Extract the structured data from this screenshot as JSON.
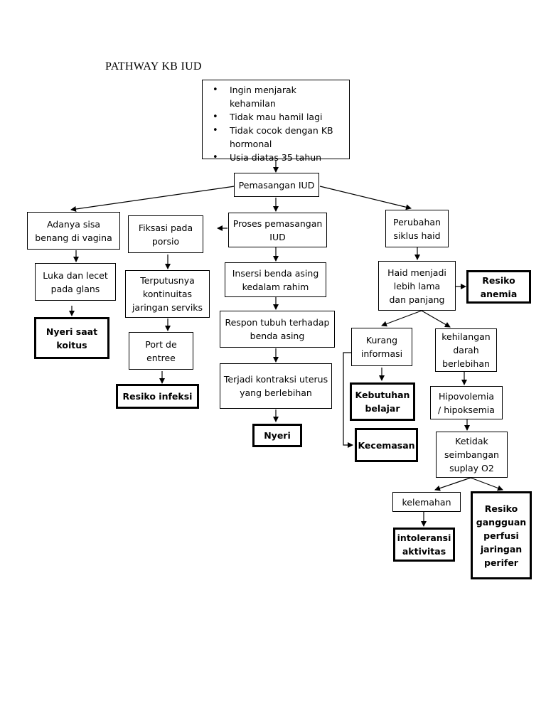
{
  "title": "PATHWAY KB IUD",
  "indications": [
    "Ingin menjarak kehamilan",
    "Tidak mau hamil lagi",
    "Tidak cocok dengan KB hormonal",
    "Usia diatas 35 tahun"
  ],
  "nodes": {
    "pemasangan": "Pemasangan IUD",
    "sisa_benang": "Adanya sisa\nbenang di vagina",
    "luka": "Luka dan lecet\npada glans",
    "nyeri_koitus": "Nyeri saat\nkoitus",
    "fiksasi": "Fiksasi pada\nporsio",
    "terputusnya": "Terputusnya\nkontinuitas\njaringan serviks",
    "port": "Port de\nentree",
    "resiko_infeksi": "Resiko infeksi",
    "proses": "Proses pemasangan\nIUD",
    "insersi": "Insersi benda asing\nkedalam rahim",
    "respon": "Respon tubuh terhadap\nbenda asing",
    "kontraksi": "Terjadi kontraksi uterus\nyang berlebihan",
    "nyeri": "Nyeri",
    "perubahan": "Perubahan\nsiklus haid",
    "haid": "Haid menjadi\nlebih lama\ndan panjang",
    "resiko_anemia": "Resiko\nanemia",
    "kurang_info": "Kurang\ninformasi",
    "kebutuhan": "Kebutuhan\nbelajar",
    "kecemasan": "Kecemasan",
    "kehilangan": "kehilangan\ndarah\nberlebihan",
    "hipovolemia": "Hipovolemia\n/ hipoksemia",
    "ketidak": "Ketidak\nseimbangan\nsuplay O2",
    "kelemahan": "kelemahan",
    "intoleransi": "intoleransi\naktivitas",
    "resiko_perfusi": "Resiko\ngangguan\nperfusi\njaringan\nperifer"
  }
}
